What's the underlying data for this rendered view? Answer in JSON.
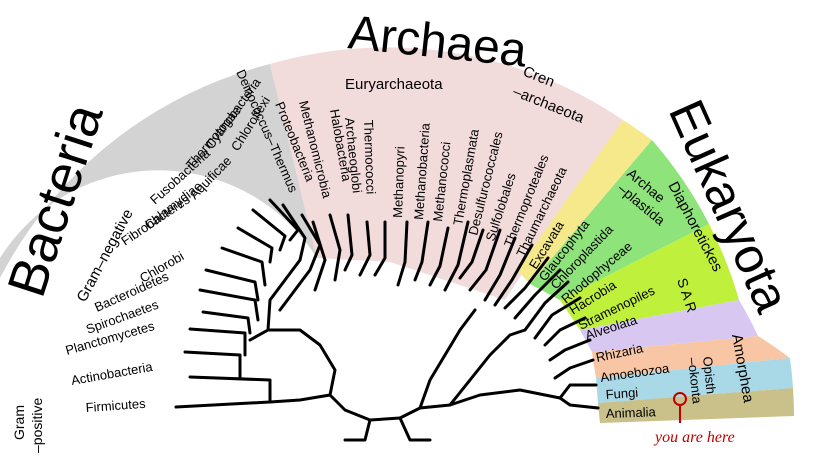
{
  "colors": {
    "bacteria": "#d3d3d3",
    "archaea": "#f2dcdb",
    "excavata": "#f5e98c",
    "archaeplastida": "#8ee37a",
    "sar": "#bff03c",
    "rhizaria": "#d8c7f0",
    "amoebozoa": "#f8c6a4",
    "opisthokonta": "#a9d8e6",
    "animalia": "#c9c08a",
    "marker": "#c00000",
    "branch": "#000000"
  },
  "domains": {
    "bacteria": "Bacteria",
    "archaea": "Archaea",
    "eukaryota": "Eukaryota"
  },
  "groups": {
    "gram_positive_1": "Gram",
    "gram_positive_2": "–positive",
    "gram_negative": "Gram–negative",
    "euryarchaeota": "Euryarchaeota",
    "crenarchaeota_1": "Cren",
    "crenarchaeota_2": "–archaeota",
    "archaeplastida_1": "Archae",
    "archaeplastida_2": "–plastida",
    "diaphoretickes": "Diaphoretickes",
    "sar": "S A R",
    "amorphea": "Amorphea",
    "opisthokonta_1": "Opisth",
    "opisthokonta_2": "–okonta"
  },
  "taxa": [
    "Firmicutes",
    "Actinobacteria",
    "Planctomycetes",
    "Spirochaetes",
    "Bacteroidetes",
    "Chlorobi",
    "Fibrobacteres",
    "Chlamydiae",
    "Fusobacteria",
    "Aquificae",
    "Thermotogae",
    "Cyanobacteria",
    "Chloroflexi",
    "Deinococcus–Thermus",
    "Proteobacteria",
    "Methanomicrobia",
    "Halobacteria",
    "Archaeoglobi",
    "Thermococci",
    "Methanopyri",
    "Methanobacteria",
    "Methanococci",
    "Thermoplasmata",
    "Desulfurococcales",
    "Sulfolobales",
    "Thermoproteales",
    "Thaumarchaeota",
    "Excavata",
    "Glaucophyta",
    "Chloroplastida",
    "Rhodophyceae",
    "Hacrobia",
    "Stramenopiles",
    "Alveolata",
    "Rhizaria",
    "Amoebozoa",
    "Fungi",
    "Animalia"
  ],
  "marker": {
    "label": "you are here"
  }
}
